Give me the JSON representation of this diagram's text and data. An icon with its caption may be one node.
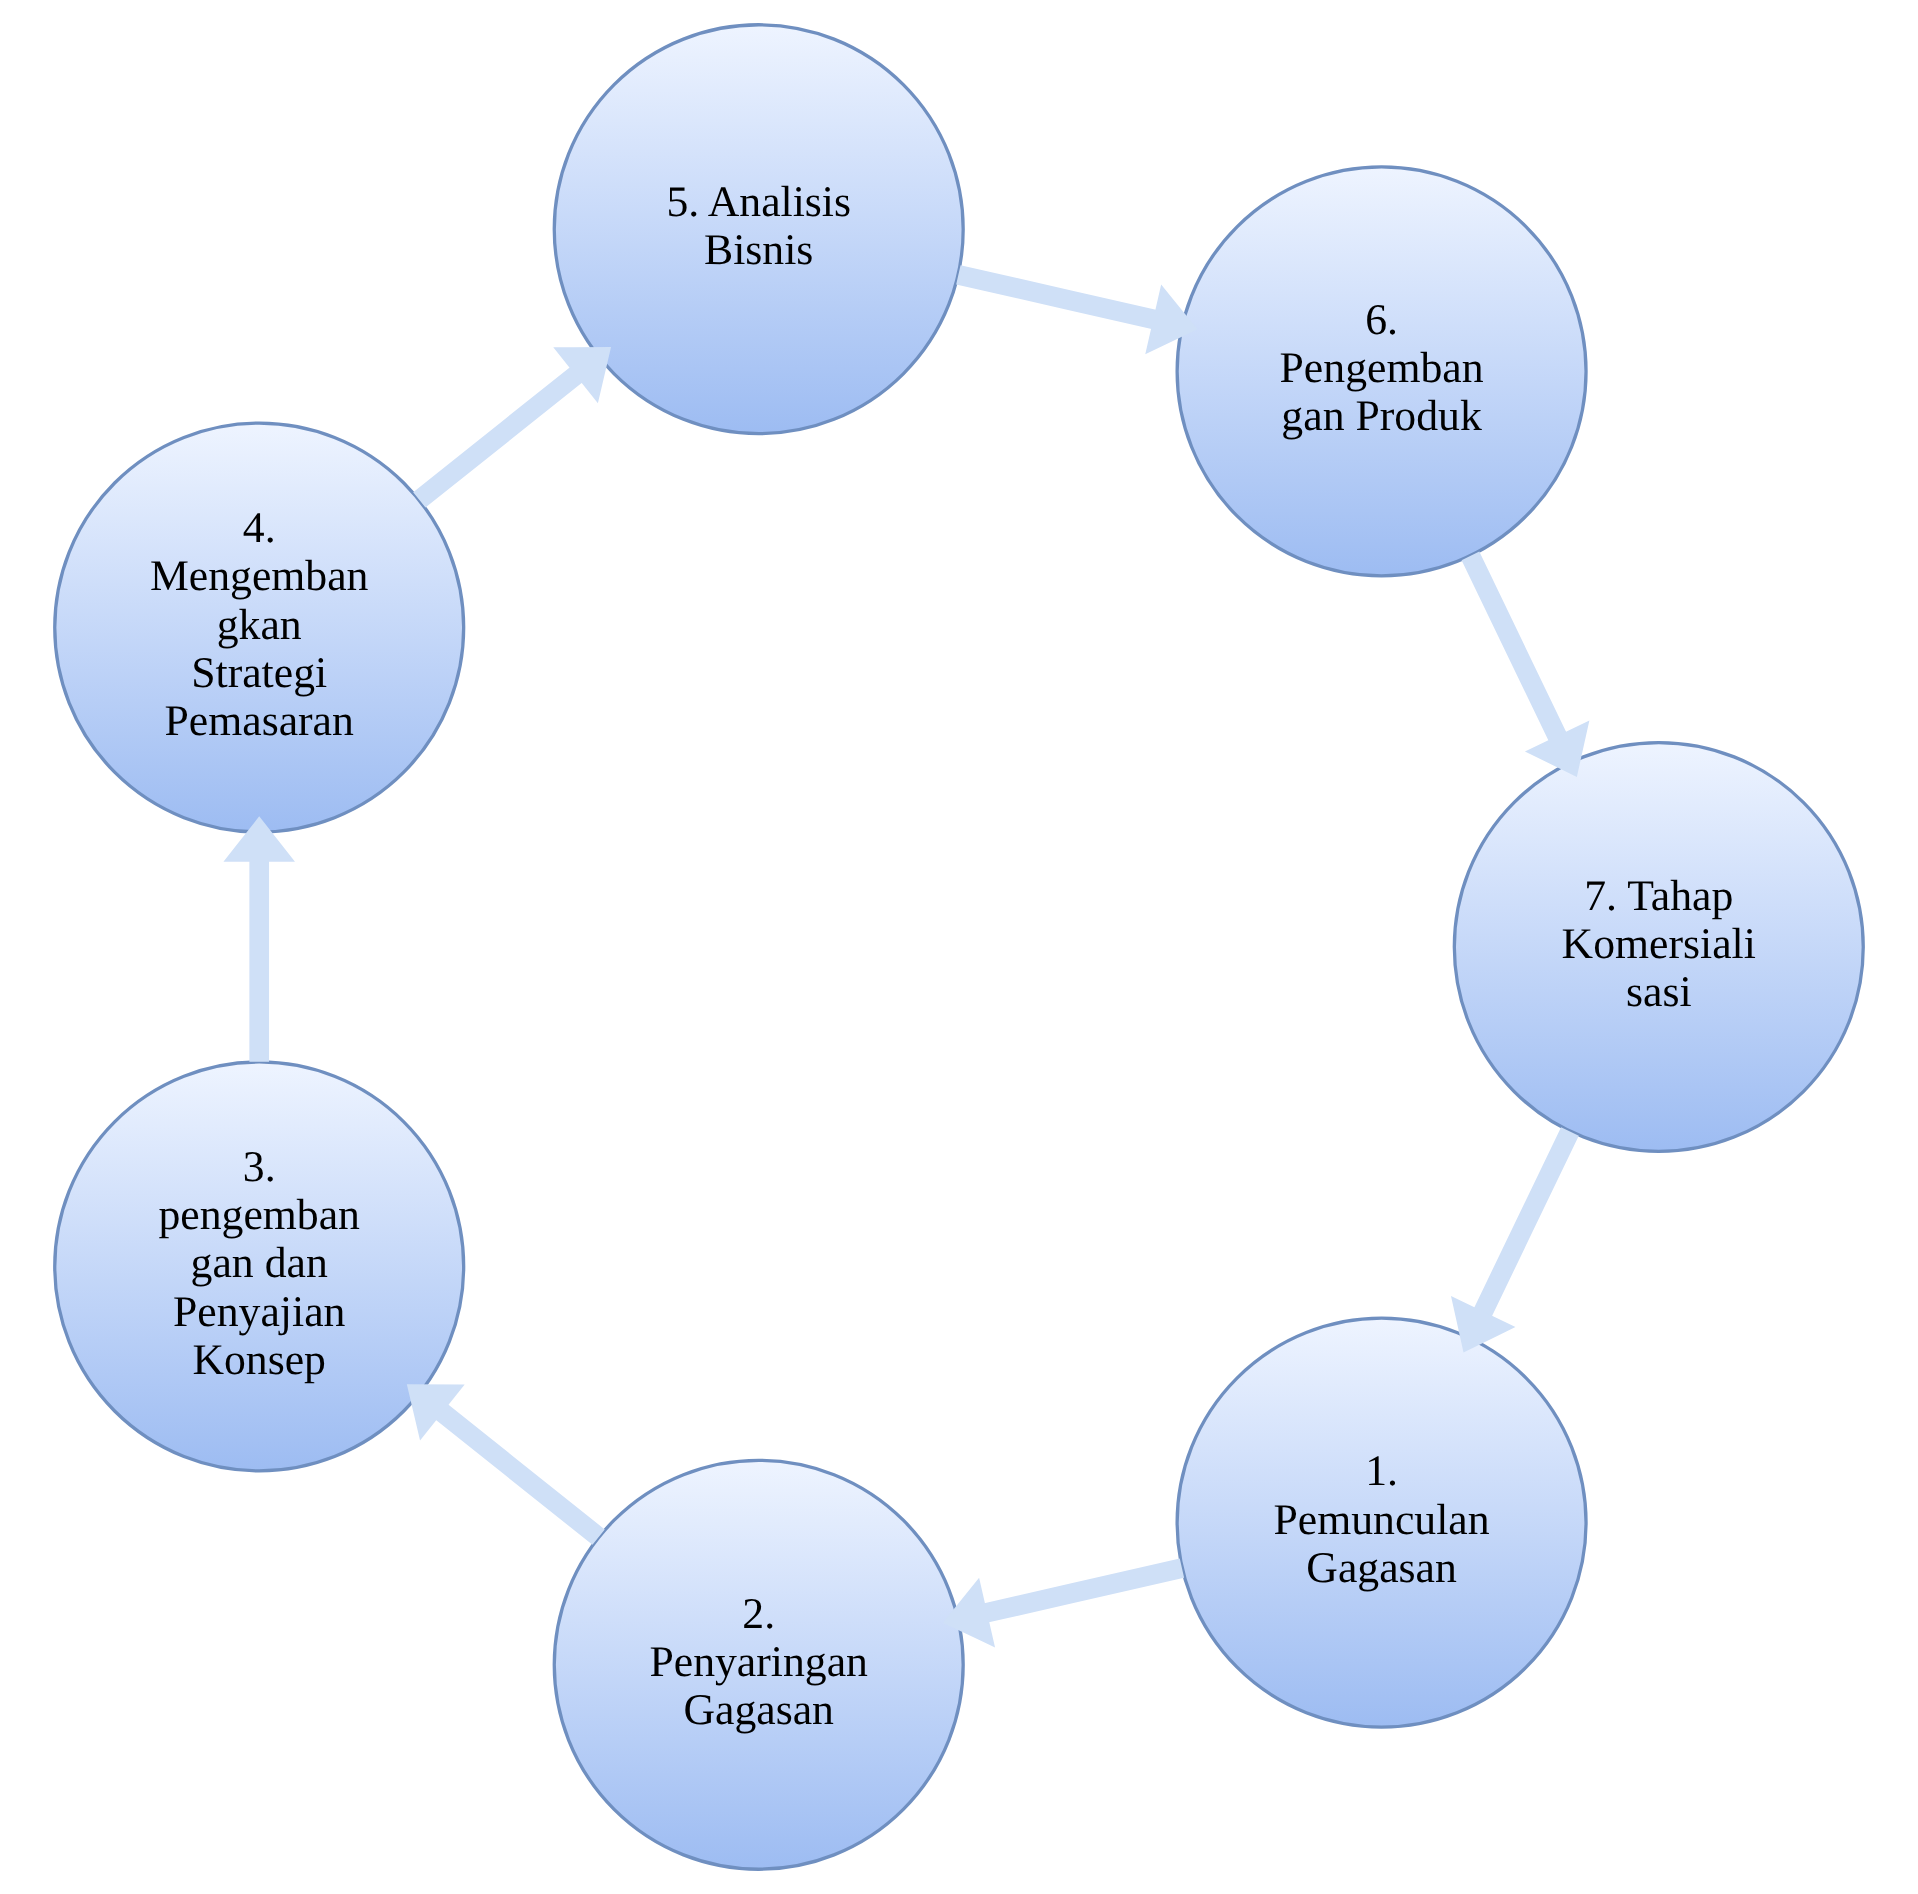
{
  "diagram": {
    "nodes": [
      {
        "text": [
          "1. Pemunculan Gagasan"
        ]
      },
      {
        "text": [
          "2. Penyaringan Gagasan"
        ]
      },
      {
        "text": [
          "3. pengemban gan dan Penyajian Konsep"
        ]
      },
      {
        "text": [
          "4. Mengemban gkan Strategi Pemasaran"
        ]
      },
      {
        "text": [
          "5. Analisis Bisnis"
        ]
      },
      {
        "text": [
          "6. Pengemban gan Produk"
        ]
      },
      {
        "text": [
          "7. Tahap Komersiali sasi"
        ]
      }
    ],
    "edges": [
      {
        "from": 0,
        "to": 1,
        "arrow": "to"
      },
      {
        "from": 1,
        "to": 2,
        "arrow": "to"
      },
      {
        "from": 2,
        "to": 3,
        "arrow": "to"
      },
      {
        "from": 3,
        "to": 4,
        "arrow": "to"
      },
      {
        "from": 4,
        "to": 5,
        "arrow": "to"
      },
      {
        "from": 5,
        "to": 6,
        "arrow": "to"
      },
      {
        "from": 6,
        "to": 0,
        "arrow": "to"
      }
    ]
  }
}
